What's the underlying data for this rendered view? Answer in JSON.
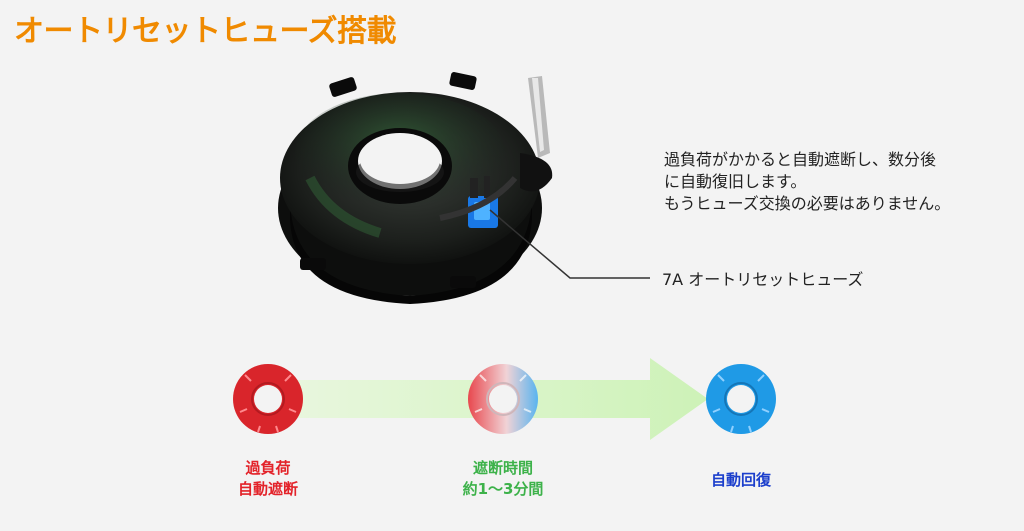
{
  "title": "オートリセットヒューズ搭載",
  "description": [
    "過負荷がかかると自動遮断し、数分後",
    "に自動復旧します。",
    "もうヒューズ交換の必要はありません。"
  ],
  "fuse_label": "7A オートリセットヒューズ",
  "stages": [
    {
      "line1": "過負荷",
      "line2": "自動遮断",
      "color": "#e3232a"
    },
    {
      "line1": "遮断時間",
      "line2": "約1～3分間",
      "color": "#3db24a"
    },
    {
      "line1": "自動回復",
      "line2": "",
      "color": "#1c3fcc"
    }
  ],
  "colors": {
    "title": "#f08a00",
    "arrow": "#d8f5c8",
    "ring_red": "#d9252b",
    "ring_blue": "#1f9ae6"
  }
}
